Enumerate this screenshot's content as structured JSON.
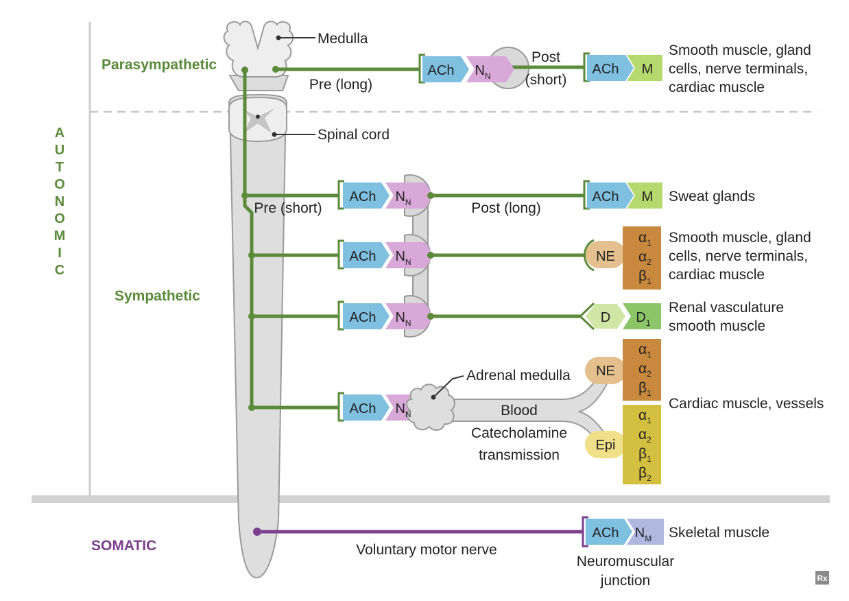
{
  "autonomic_label": "AUTONOMIC",
  "sections": {
    "parasympathetic": "Parasympathetic",
    "sympathetic": "Sympathetic",
    "somatic": "SOMATIC"
  },
  "anatomy": {
    "medulla": "Medulla",
    "spinal_cord": "Spinal cord",
    "adrenal_medulla": "Adrenal medulla"
  },
  "fibers": {
    "pre_long": "Pre (long)",
    "post_short_1": "Post",
    "post_short_2": "(short)",
    "pre_short": "Pre (short)",
    "post_long": "Post (long)",
    "blood": "Blood",
    "catecholamine_1": "Catecholamine",
    "catecholamine_2": "transmission",
    "voluntary_motor_nerve": "Voluntary motor nerve",
    "nmj_1": "Neuromuscular",
    "nmj_2": "junction"
  },
  "transmitters": {
    "ach": "ACh",
    "n": "N",
    "n_sub": "N",
    "m": "M",
    "ne": "NE",
    "d": "D",
    "d1": "D",
    "d1_sub": "1",
    "epi": "Epi",
    "nm": "N",
    "nm_sub": "M"
  },
  "receptors": {
    "alpha": "α",
    "beta": "β",
    "sub1": "1",
    "sub2": "2"
  },
  "targets": {
    "para_1": "Smooth muscle, gland",
    "para_2": "cells, nerve terminals,",
    "para_3": "cardiac muscle",
    "sweat": "Sweat glands",
    "symp_1": "Smooth muscle, gland",
    "symp_2": "cells, nerve terminals,",
    "symp_3": "cardiac muscle",
    "renal_1": "Renal vasculature",
    "renal_2": "smooth muscle",
    "cardiac_vessels": "Cardiac muscle, vessels",
    "skeletal": "Skeletal muscle"
  },
  "logo": "Rx",
  "colors": {
    "parasympathetic": "#5a8a3a",
    "sympathetic": "#5a8a3a",
    "somatic": "#7b3f8c",
    "ach": "#7fbfe0",
    "nicotinic": "#d8a8d8",
    "muscarinic": "#b5d96e",
    "ne": "#e4c08e",
    "adrenergic": "#c8893f",
    "epi": "#f0e08a",
    "epi_receptors": "#d4c040",
    "dopamine": "#b5d96e",
    "nm": "#b0b8e0",
    "ganglion": "#d9d9d9",
    "gray_line": "#cccccc"
  }
}
